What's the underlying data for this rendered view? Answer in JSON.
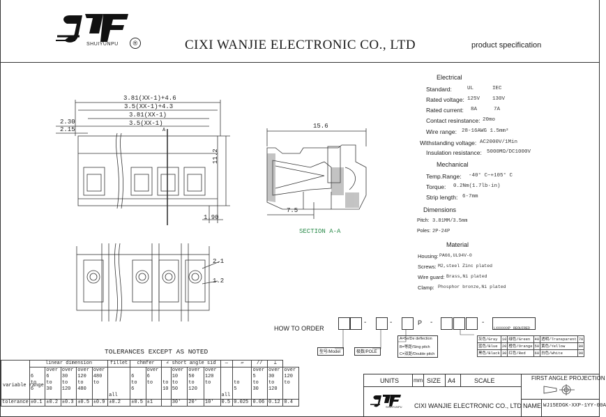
{
  "header": {
    "logo_sub": "SHUIYUNPU",
    "registered": "®",
    "company": "CIXI  WANJIE  ELECTRONIC CO., LTD",
    "doc_type": "product specification"
  },
  "drawing": {
    "dims_front": [
      "3.81(XX-1)+4.6",
      "3.5(XX-1)+4.3",
      "3.81(XX-1)",
      "3.5(XX-1)",
      "2.30",
      "2.15",
      "11.2",
      "1.90",
      "A"
    ],
    "dims_side": [
      "15.6",
      "7.5"
    ],
    "section_label": "SECTION A-A",
    "dims_top": [
      "2.1",
      "1.2"
    ]
  },
  "specs": {
    "electrical_title": "Electrical",
    "standard_label": "Standard:",
    "standard_ul": "UL",
    "standard_iec": "IEC",
    "rated_voltage_label": "Rated voltage:",
    "rated_voltage_ul": "125V",
    "rated_voltage_iec": "130V",
    "rated_current_label": "Rated current:",
    "rated_current_ul": "8A",
    "rated_current_iec": "7A",
    "contact_label": "Contact resinstance:",
    "contact_value": "20mo",
    "wire_label": "Wire range:",
    "wire_value": "28-16AWG  1.5mm²",
    "withstand_label": "Withstanding voltage:",
    "withstand_value": "AC2000V/1Min",
    "insulation_label": "Insulation resistance:",
    "insulation_value": "5000MΩ/DC1000V",
    "mechanical_title": "Mechanical",
    "temp_label": "Temp.Range:",
    "temp_value": "-40° C~+105° C",
    "torque_label": "Torque:",
    "torque_value": "0.2Nm(1.7lb·in)",
    "strip_label": "Strip length:",
    "strip_value": "6-7mm",
    "dimensions_title": "Dimensions",
    "pitch_label": "Pitch:",
    "pitch_value": "3.81MM/3.5mm",
    "poles_label": "Poles:",
    "poles_value": "2P-24P",
    "material_title": "Material",
    "housing_label": "Housing:",
    "housing_value": "PA66,UL94V-0",
    "screws_label": "Screws:",
    "screws_value": "M2,steel Zinc plated",
    "wireguard_label": "Wire guard:",
    "wireguard_value": "Brass,Ni plated",
    "clamp_label": "Clamp:",
    "clamp_value": "Phosphor bronze,Ni plated"
  },
  "order": {
    "title": "HOW TO ORDER",
    "code_p": "P",
    "dash": "-",
    "model": "型号/Model",
    "pole": "极数/POLE",
    "pitch_a": "A=5e/De deflection",
    "pitch_b": "B=等距/Sing pitch",
    "pitch_c": "C=双距/Double pitch",
    "custom_a": "LXXXXXXP",
    "custom_b": "REQUIRED",
    "colors": [
      {
        "name": "灰色/Gray",
        "code": "10"
      },
      {
        "name": "绿色/Green",
        "code": "40"
      },
      {
        "name": "透明/Transparent",
        "code": "70"
      },
      {
        "name": "蓝色/Blue",
        "code": "20"
      },
      {
        "name": "橙色/Orange",
        "code": "50"
      },
      {
        "name": "黄色/Yellow",
        "code": "80"
      },
      {
        "name": "黑色/Black",
        "code": "30"
      },
      {
        "name": "红色/Red",
        "code": "60"
      },
      {
        "name": "白色/White",
        "code": "90"
      }
    ]
  },
  "tolerances": {
    "title": "TOLERANCES EXCEPT AS NOTED",
    "linear": "linear dimension",
    "fillet": "fillet",
    "chamfer": "chmfer",
    "angle": "short angle sid",
    "variable_range": "variable range",
    "tolerance_label": "tolerance",
    "linear_cols": [
      {
        "top": "",
        "mid": "6",
        "to": "to",
        "bot": "6"
      },
      {
        "top": "over",
        "mid": "6",
        "to": "to",
        "bot": "30"
      },
      {
        "top": "over",
        "mid": "30",
        "to": "to",
        "bot": "120"
      },
      {
        "top": "over",
        "mid": "120",
        "to": "to",
        "bot": "480"
      },
      {
        "top": "over",
        "mid": "480",
        "to": "to",
        "bot": ""
      }
    ],
    "all": "all",
    "chamfer_cols": [
      {
        "top": "",
        "mid": "6",
        "to": "to",
        "bot": "6"
      },
      {
        "top": "over",
        "mid": "6",
        "to": "to",
        "bot": ""
      }
    ],
    "angle_cols": [
      {
        "top": "",
        "mid": "",
        "to": "to",
        "bot": "10"
      },
      {
        "top": "over",
        "mid": "10",
        "to": "to",
        "bot": "50"
      },
      {
        "top": "over",
        "mid": "50",
        "to": "to",
        "bot": "120"
      },
      {
        "top": "over",
        "mid": "120",
        "to": "to",
        "bot": ""
      }
    ],
    "geo_cols": [
      {
        "top": "",
        "mid": "",
        "to": "to",
        "bot": "5"
      },
      {
        "top": "over",
        "mid": "5",
        "to": "to",
        "bot": "30"
      },
      {
        "top": "over",
        "mid": "30",
        "to": "to",
        "bot": "120"
      },
      {
        "top": "over",
        "mid": "120",
        "to": "to",
        "bot": ""
      }
    ],
    "values": [
      "±0.1",
      "±0.2",
      "±0.3",
      "±0.5",
      "±0.9",
      "±0.2",
      "±0.5",
      "±1",
      "30'",
      "20'",
      "10'",
      "0.5",
      "0.025",
      "0.06",
      "0.12",
      "0.4"
    ]
  },
  "titleblock": {
    "units_label": "UNITS",
    "units_value": "mm",
    "size_label": "SIZE",
    "size_value": "A4",
    "scale_label": "SCALE",
    "projection": "FIRST ANGLE PROJECTION",
    "company": "CIXI WANJIE ELECTRONIC CO., LTD",
    "name_label": "NAME",
    "name_value": "WJ15EDGK-XXP-1YY-00A"
  }
}
